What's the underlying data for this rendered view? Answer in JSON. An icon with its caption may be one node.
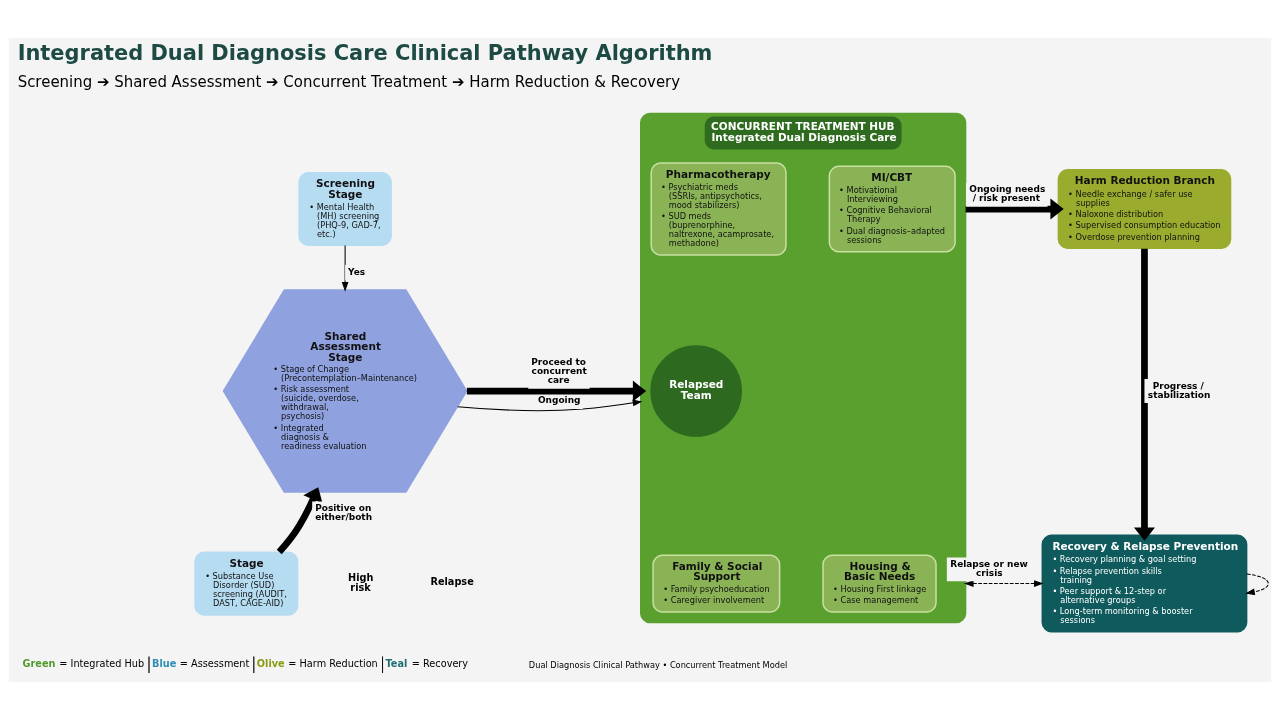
{
  "diagram": {
    "title": "Integrated Dual Diagnosis Care Clinical Pathway Algorithm",
    "nodes": [
      {
        "text": [
          "Screening Stage",
          "• Mental Health (MH) screening (PHQ-9, GAD-7, etc.)"
        ]
      },
      {
        "text": [
          "Stage",
          "• Substance Use Disorder (SUD) screening (AUDIT, DAST, CAGE-AID)"
        ]
      },
      {
        "text": [
          "Shared Assessment Stage",
          "• Stage of Change (Precontemplation–Maintenance)",
          "• Risk assessment (suicide, overdose, withdrawal, psychosis)",
          "• Integrated diagnosis & readiness evaluation"
        ]
      },
      {
        "text": [
          "CONCURRENT TREATMENT HUB",
          "Integrated Dual Diagnosis Care"
        ]
      },
      {
        "text": [
          "Pharmacotherapy",
          "• Psychiatric meds (SSRIs, antipsychotics, mood stabilizers)",
          "• SUD meds (buprenorphine, naltrexone, acamprosate, methadone)"
        ],
        "in": 3
      },
      {
        "text": [
          "MI/CBT",
          "• Motivational Interviewing",
          "• Cognitive Behavioral Therapy",
          "• Dual diagnosis–adapted sessions"
        ],
        "in": 3
      },
      {
        "text": [
          "Relapsed Team"
        ],
        "in": 3
      },
      {
        "text": [
          "Family & Social Support",
          "• Family psychoeducation",
          "• Caregiver involvement"
        ],
        "in": 3
      },
      {
        "text": [
          "Housing & Basic Needs",
          "• Housing First linkage",
          "• Case management"
        ],
        "in": 3
      },
      {
        "text": [
          "Harm Reduction Branch",
          "• Needle exchange / safer use supplies",
          "• Naloxone distribution",
          "• Supervised consumption education",
          "• Overdose prevention planning"
        ]
      },
      {
        "text": [
          "Recovery & Relapse Prevention",
          "• Recovery planning & goal setting",
          "• Relapse prevention skills training",
          "• Peer support & 12-step or alternative groups",
          "• Long-term monitoring & booster sessions"
        ]
      }
    ],
    "edges": [
      {
        "from": 0,
        "to": 2,
        "arrow": "to",
        "label": "Yes"
      },
      {
        "from": 1,
        "to": 2,
        "arrow": "to",
        "style": "thick",
        "label": "Positive on either/both"
      },
      {
        "from": 2,
        "to": 3,
        "arrow": "to",
        "label": "Ongoing"
      },
      {
        "from": 2,
        "to": 3,
        "arrow": "to",
        "style": "thick",
        "label": "Proceed to concurrent care"
      },
      {
        "from": 3,
        "to": 9,
        "arrow": "to",
        "style": "thick",
        "label": "Ongoing needs / risk present"
      },
      {
        "from": 9,
        "to": 10,
        "arrow": "to",
        "style": "thick",
        "label": "Progress / stabilization"
      },
      {
        "from": 3,
        "to": 10,
        "arrow": "both",
        "style": "dashed",
        "label": "Relapse or new crisis"
      },
      {
        "from": 10,
        "to": 10,
        "arrow": "to",
        "style": "dashed"
      }
    ],
    "labels": [
      "Screening ➔ Shared Assessment ➔ Concurrent Treatment ➔ Harm Reduction & Recovery",
      "High risk",
      "Relapse",
      "Dual Diagnosis Clinical Pathway • Concurrent Treatment Model"
    ],
    "legend": [
      {
        "text": "Green = Integrated Hub",
        "color": "#4f9a2a"
      },
      {
        "text": "Blue = Assessment",
        "color": "#2a8db5"
      },
      {
        "text": "Olive = Harm Reduction",
        "color": "#8a9a12"
      },
      {
        "text": "Teal = Recovery",
        "color": "#1f6e75"
      }
    ]
  }
}
